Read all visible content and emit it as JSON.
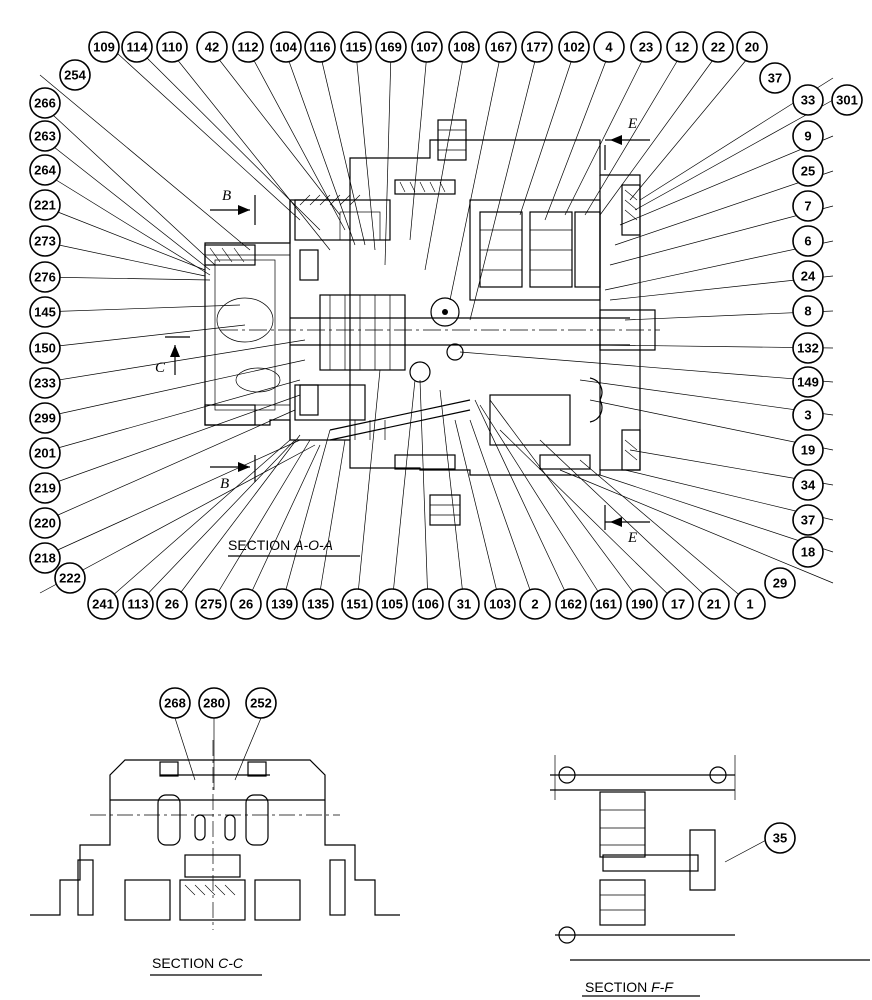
{
  "sections": {
    "a": {
      "prefix": "SECTION ",
      "label": "A-O-A"
    },
    "c": {
      "prefix": "SECTION ",
      "label": "C-C"
    },
    "f": {
      "prefix": "SECTION ",
      "label": "F-F"
    }
  },
  "view_markers": [
    "B",
    "B",
    "C",
    "E",
    "E"
  ],
  "callouts_top": [
    "109",
    "114",
    "110",
    "42",
    "112",
    "104",
    "116",
    "115",
    "169",
    "107",
    "108",
    "167",
    "177",
    "102",
    "4",
    "23",
    "12",
    "22",
    "20"
  ],
  "callouts_right": [
    "37",
    "33",
    "301",
    "9",
    "25",
    "7",
    "6",
    "24",
    "8",
    "132",
    "149",
    "3",
    "19",
    "34",
    "37",
    "18",
    "29"
  ],
  "callouts_left": [
    "254",
    "266",
    "263",
    "264",
    "221",
    "273",
    "276",
    "145",
    "150",
    "233",
    "299",
    "201",
    "219",
    "220",
    "218",
    "222"
  ],
  "callouts_bottom": [
    "241",
    "113",
    "26",
    "275",
    "26",
    "139",
    "135",
    "151",
    "105",
    "106",
    "31",
    "103",
    "2",
    "162",
    "161",
    "190",
    "17",
    "21",
    "1"
  ],
  "callouts_cc": [
    "268",
    "280",
    "252"
  ],
  "callouts_ff": [
    "35"
  ]
}
